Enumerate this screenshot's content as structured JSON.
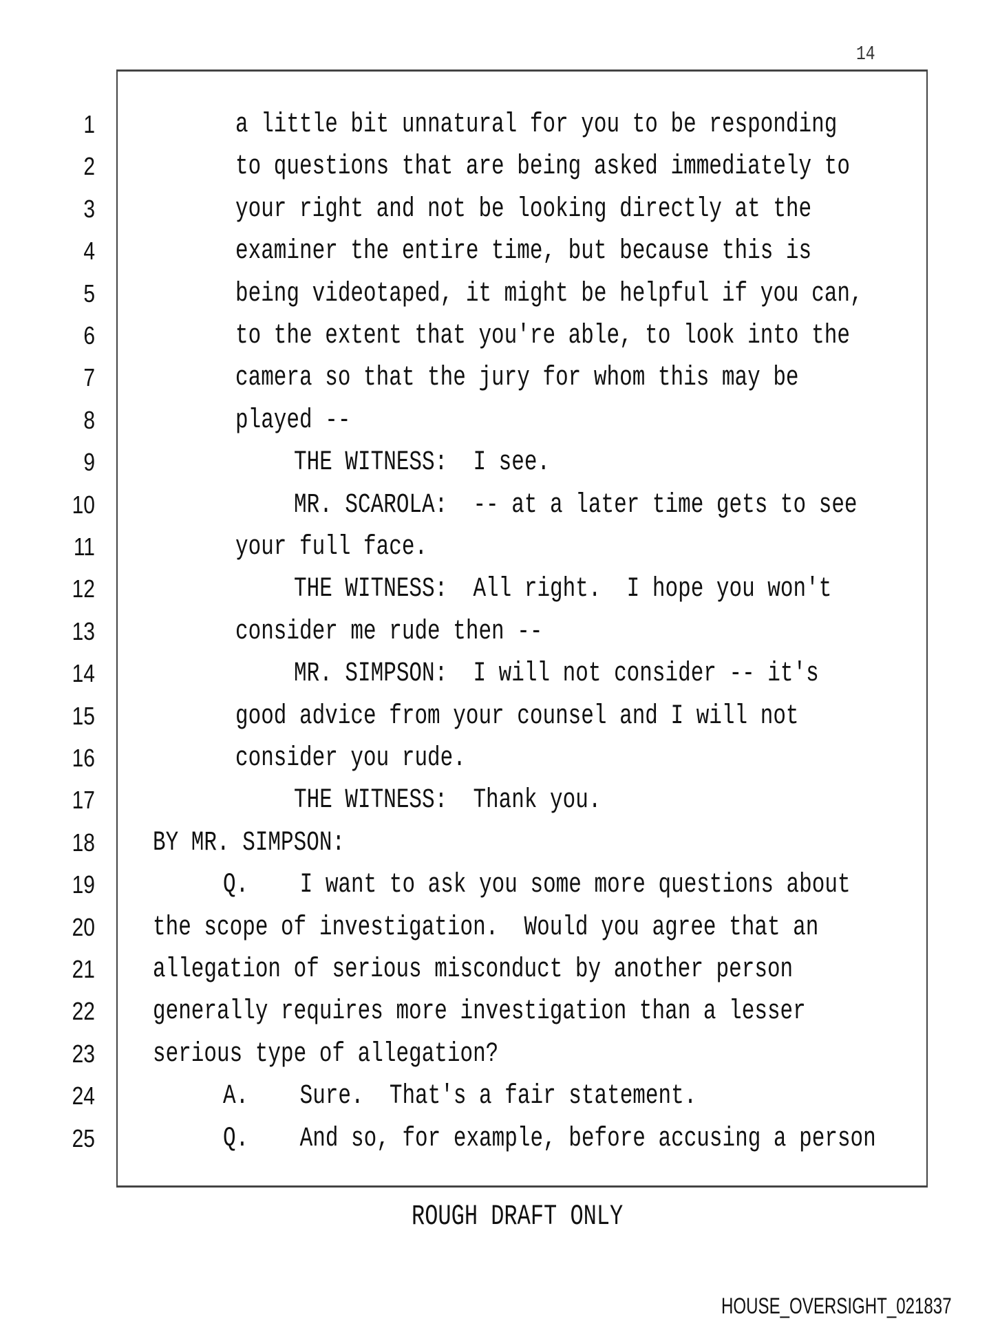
{
  "page_number": "14",
  "lines": [
    {
      "num": "1",
      "type": "p",
      "text": "a little bit unnatural for you to be responding"
    },
    {
      "num": "2",
      "type": "p",
      "text": "to questions that are being asked immediately to"
    },
    {
      "num": "3",
      "type": "p",
      "text": "your right and not be looking directly at the"
    },
    {
      "num": "4",
      "type": "p",
      "text": "examiner the entire time, but because this is"
    },
    {
      "num": "5",
      "type": "p",
      "text": "being videotaped, it might be helpful if you can,"
    },
    {
      "num": "6",
      "type": "p",
      "text": "to the extent that you're able, to look into the"
    },
    {
      "num": "7",
      "type": "p",
      "text": "camera so that the jury for whom this may be"
    },
    {
      "num": "8",
      "type": "p",
      "text": "played --"
    },
    {
      "num": "9",
      "type": "s",
      "text": "THE WITNESS:  I see."
    },
    {
      "num": "10",
      "type": "s",
      "text": "MR. SCAROLA:  -- at a later time gets to see"
    },
    {
      "num": "11",
      "type": "p",
      "text": "your full face."
    },
    {
      "num": "12",
      "type": "s",
      "text": "THE WITNESS:  All right.  I hope you won't"
    },
    {
      "num": "13",
      "type": "p",
      "text": "consider me rude then --"
    },
    {
      "num": "14",
      "type": "s",
      "text": "MR. SIMPSON:  I will not consider -- it's"
    },
    {
      "num": "15",
      "type": "p",
      "text": "good advice from your counsel and I will not"
    },
    {
      "num": "16",
      "type": "p",
      "text": "consider you rude."
    },
    {
      "num": "17",
      "type": "s",
      "text": "THE WITNESS:  Thank you."
    },
    {
      "num": "18",
      "type": "m",
      "text": "BY MR. SIMPSON:"
    },
    {
      "num": "19",
      "type": "q",
      "text": "Q.    I want to ask you some more questions about"
    },
    {
      "num": "20",
      "type": "m",
      "text": "the scope of investigation.  Would you agree that an"
    },
    {
      "num": "21",
      "type": "m",
      "text": "allegation of serious misconduct by another person"
    },
    {
      "num": "22",
      "type": "m",
      "text": "generally requires more investigation than a lesser"
    },
    {
      "num": "23",
      "type": "m",
      "text": "serious type of allegation?"
    },
    {
      "num": "24",
      "type": "q",
      "text": "A.    Sure.  That's a fair statement."
    },
    {
      "num": "25",
      "type": "q",
      "text": "Q.    And so, for example, before accusing a person"
    }
  ],
  "footer": "ROUGH DRAFT ONLY",
  "bates_number": "HOUSE_OVERSIGHT_021837"
}
